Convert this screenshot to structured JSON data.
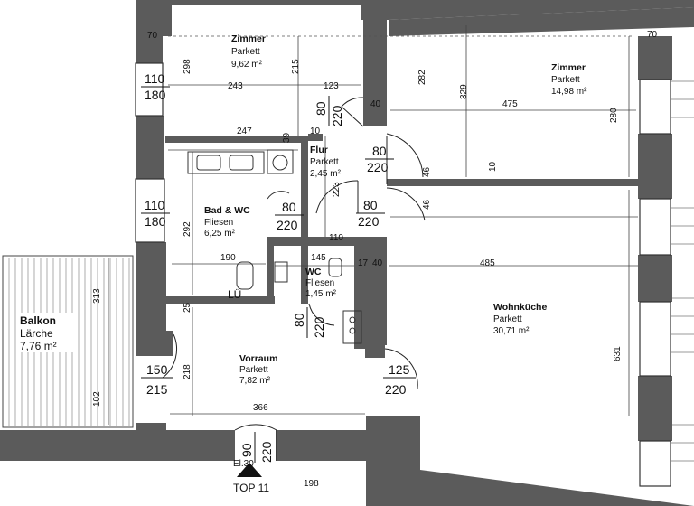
{
  "rooms": {
    "zimmer1": {
      "name": "Zimmer",
      "floor": "Parkett",
      "area": "9,62 m²"
    },
    "zimmer2": {
      "name": "Zimmer",
      "floor": "Parkett",
      "area": "14,98 m²"
    },
    "flur": {
      "name": "Flur",
      "floor": "Parkett",
      "area": "2,45 m²"
    },
    "bad": {
      "name": "Bad & WC",
      "floor": "Fliesen",
      "area": "6,25 m²"
    },
    "wc": {
      "name": "WC",
      "floor": "Fliesen",
      "area": "1,45 m²"
    },
    "wohnkueche": {
      "name": "Wohnküche",
      "floor": "Parkett",
      "area": "30,71 m²"
    },
    "vorraum": {
      "name": "Vorraum",
      "floor": "Parkett",
      "area": "7,82 m²"
    },
    "balkon": {
      "name": "Balkon",
      "floor": "Lärche",
      "area": "7,76 m²"
    }
  },
  "dimensions": {
    "w70_left": "70",
    "w70_right": "70",
    "d298": "298",
    "d215": "215",
    "d243": "243",
    "d123": "123",
    "d282": "282",
    "d329": "329",
    "d475": "475",
    "d280": "280",
    "d247": "247",
    "d39": "39",
    "d10a": "10",
    "d40a": "40",
    "d10b": "10",
    "d46a": "46",
    "d46b": "46",
    "d223": "223",
    "d292": "292",
    "d190": "190",
    "d145": "145",
    "d110": "110",
    "d17": "17",
    "d40b": "40",
    "d485": "485",
    "d313": "313",
    "d25": "25",
    "d218": "218",
    "d102": "102",
    "d366": "366",
    "d631": "631",
    "d198": "198"
  },
  "openings": {
    "win1": {
      "w": "110",
      "h": "180"
    },
    "win2": {
      "w": "110",
      "h": "180"
    },
    "door_zimmer1": {
      "w": "80",
      "h": "220"
    },
    "door_flur": {
      "w": "80",
      "h": "220"
    },
    "door_bad": {
      "w": "80",
      "h": "220"
    },
    "door_wohn": {
      "w": "80",
      "h": "220"
    },
    "door_wc": {
      "w": "80",
      "h": "220"
    },
    "door_balkon": {
      "w": "150",
      "h": "215"
    },
    "door_vorraum": {
      "w": "125",
      "h": "220"
    },
    "door_entry": {
      "w": "90",
      "h": "220"
    }
  },
  "labels": {
    "lue": "LÜ",
    "el": "El.30",
    "top": "TOP 11"
  }
}
